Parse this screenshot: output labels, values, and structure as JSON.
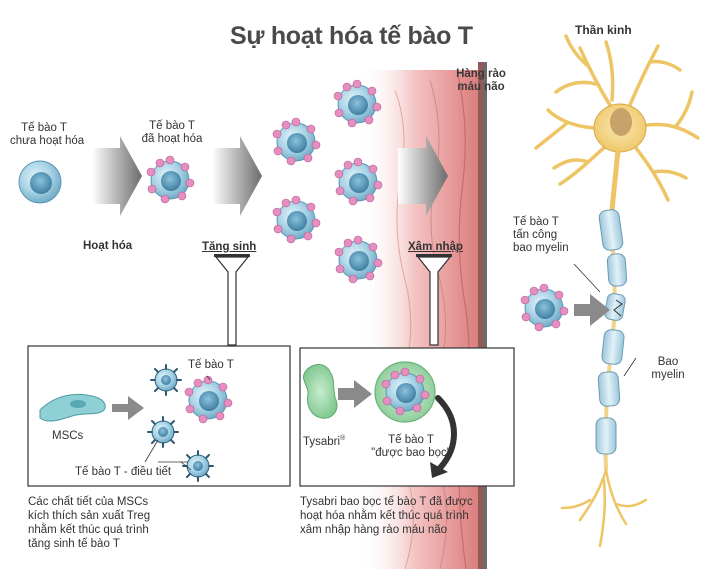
{
  "title": "Sự hoạt hóa tế bào T",
  "labels": {
    "naive_t_line1": "Tế bào T",
    "naive_t_line2": "chưa hoạt hóa",
    "activated_t_line1": "Tế bào T",
    "activated_t_line2": "đã hoạt hóa",
    "activation": "Hoạt hóa",
    "proliferation": "Tăng sinh",
    "infiltration": "Xâm nhập",
    "bbb_line1": "Hàng rào",
    "bbb_line2": "máu não",
    "neuron": "Thần kinh",
    "attack_line1": "Tế bào T",
    "attack_line2": "tấn công",
    "attack_line3": "bao myelin",
    "myelin_line1": "Bao",
    "myelin_line2": "myelin"
  },
  "inset_left": {
    "t_cell": "Tế bào T",
    "mscs": "MSCs",
    "treg": "Tế bào T - điều tiết",
    "caption_line1": "Các chất tiết của MSCs",
    "caption_line2": "kích thích sản xuất Treg",
    "caption_line3": "nhằm kết thúc quá trình",
    "caption_line4": "tăng sinh tế bào T"
  },
  "inset_right": {
    "tysabri": "Tysabri",
    "tysabri_mark": "®",
    "wrapped_line1": "Tế bào T",
    "wrapped_line2": "\"được bao bọc\"",
    "caption_line1": "Tysabri bao bọc tế bào T đã được",
    "caption_line2": "hoạt hóa nhằm kết thúc quá trình",
    "caption_line3": "xâm nhập hàng rào máu não"
  },
  "colors": {
    "cell_fill": "#a9d4e6",
    "cell_nucleus": "#4f8fb0",
    "receptor": "#e58fc0",
    "arrow_gray": "#707070",
    "neuron_body": "#f3d27a",
    "myelin": "#c9e2ee",
    "vessel_red": "#e59393",
    "tysabri_green": "#8ccf98"
  }
}
